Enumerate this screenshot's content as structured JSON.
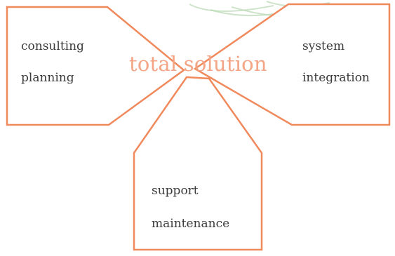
{
  "center": {
    "title": "total solution"
  },
  "boxes": {
    "left": {
      "line1": "consulting",
      "line2": "planning"
    },
    "right": {
      "line1": "system",
      "line2": "integration"
    },
    "bottom": {
      "line1": "support",
      "line2": "maintenance"
    }
  },
  "colors": {
    "outline": "#f08a5d",
    "title": "#f3a585",
    "text": "#3a3a3a",
    "decoration": "#b9d9b4"
  }
}
